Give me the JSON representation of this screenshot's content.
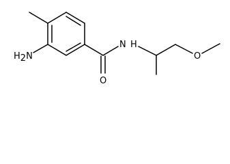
{
  "structure": {
    "atom_labels": {
      "amine_main": "H",
      "amine_sub": "2",
      "amine_tail": "N",
      "amide_nitrogen": "N",
      "amide_hydrogen": "H",
      "carbonyl_oxygen": "O",
      "ether_oxygen": "O"
    },
    "colors": {
      "bond": "#000000",
      "label": "#000000",
      "background": "#ffffff"
    }
  }
}
